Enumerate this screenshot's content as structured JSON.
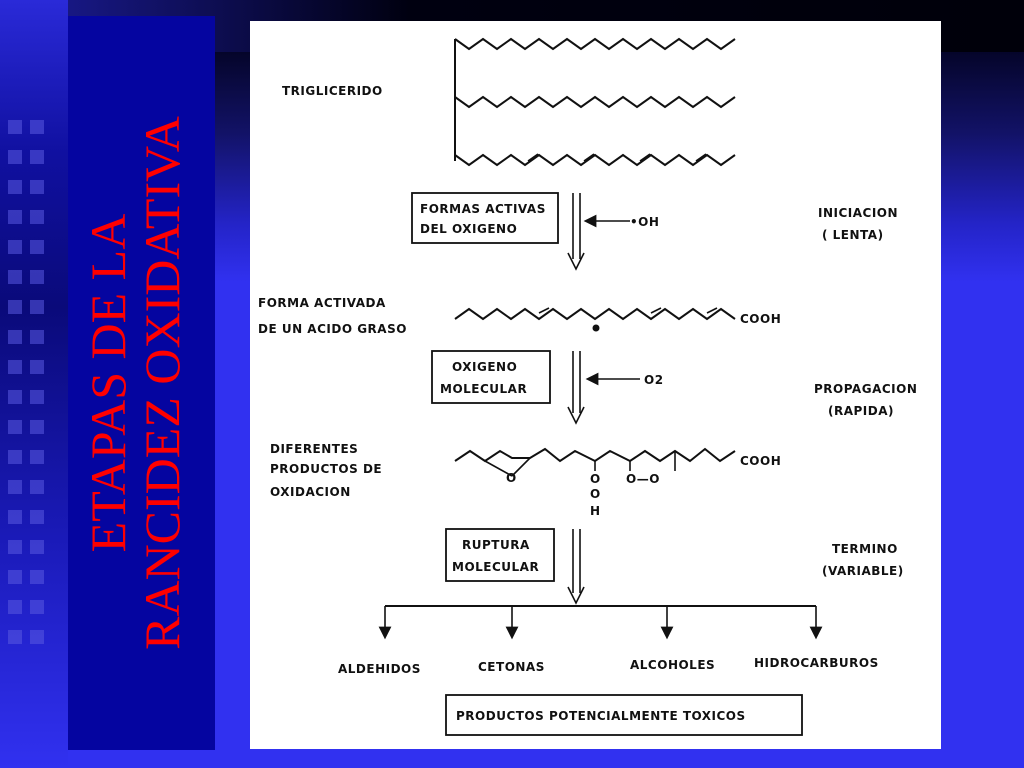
{
  "slide": {
    "title_line1": "ETAPAS DE LA",
    "title_line2": "RANCIDEZ OXIDATIVA"
  },
  "diagram": {
    "triglyceride": "TRIGLICERIDO",
    "box1": [
      "FORMAS ACTIVAS",
      "DEL OXIGENO"
    ],
    "reagent1": "•OH",
    "stage1": [
      "INICIACION",
      "( LENTA)"
    ],
    "activated_acid": [
      "FORMA ACTIVADA",
      "DE UN ACIDO GRASO"
    ],
    "cooh": "COOH",
    "box2": [
      "OXIGENO",
      "MOLECULAR"
    ],
    "reagent2": "O2",
    "stage2": [
      "PROPAGACION",
      "(RAPIDA)"
    ],
    "products": [
      "DIFERENTES",
      "PRODUCTOS DE",
      "OXIDACION"
    ],
    "atom_o": "O",
    "atom_h": "H",
    "peroxide": "O—O",
    "box3": [
      "RUPTURA",
      "MOLECULAR"
    ],
    "stage3": [
      "TERMINO",
      "(VARIABLE)"
    ],
    "outputs": [
      "ALDEHIDOS",
      "CETONAS",
      "ALCOHOLES",
      "HIDROCARBUROS"
    ],
    "final_box": "PRODUCTOS POTENCIALMENTE TOXICOS"
  },
  "colors": {
    "background": "#3131f0",
    "title_panel": "#0505a0",
    "title_text": "#ff0000",
    "diagram_bg": "#ffffff"
  }
}
